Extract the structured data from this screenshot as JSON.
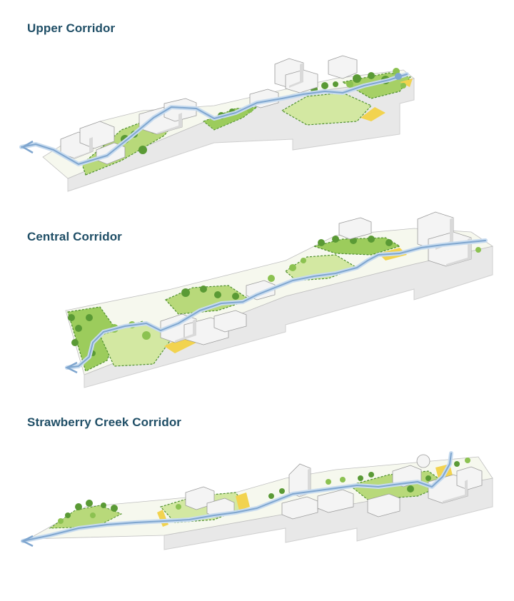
{
  "sections": [
    {
      "title": "Upper Corridor"
    },
    {
      "title": "Central Corridor"
    },
    {
      "title": "Strawberry Creek Corridor"
    }
  ],
  "colors": {
    "title": "#1f4e66",
    "creek": "#7fa6cf",
    "creek_light": "#c7dbef",
    "green_dark": "#4e8f2e",
    "green_mid": "#8cc251",
    "green_light": "#d3e8a2",
    "yellow": "#f2d34f",
    "building": "#f4f4f4",
    "building_shade": "#d9d9d9",
    "ground_side": "#e8e8e8",
    "edge_dashed": "#3f6a2a"
  }
}
